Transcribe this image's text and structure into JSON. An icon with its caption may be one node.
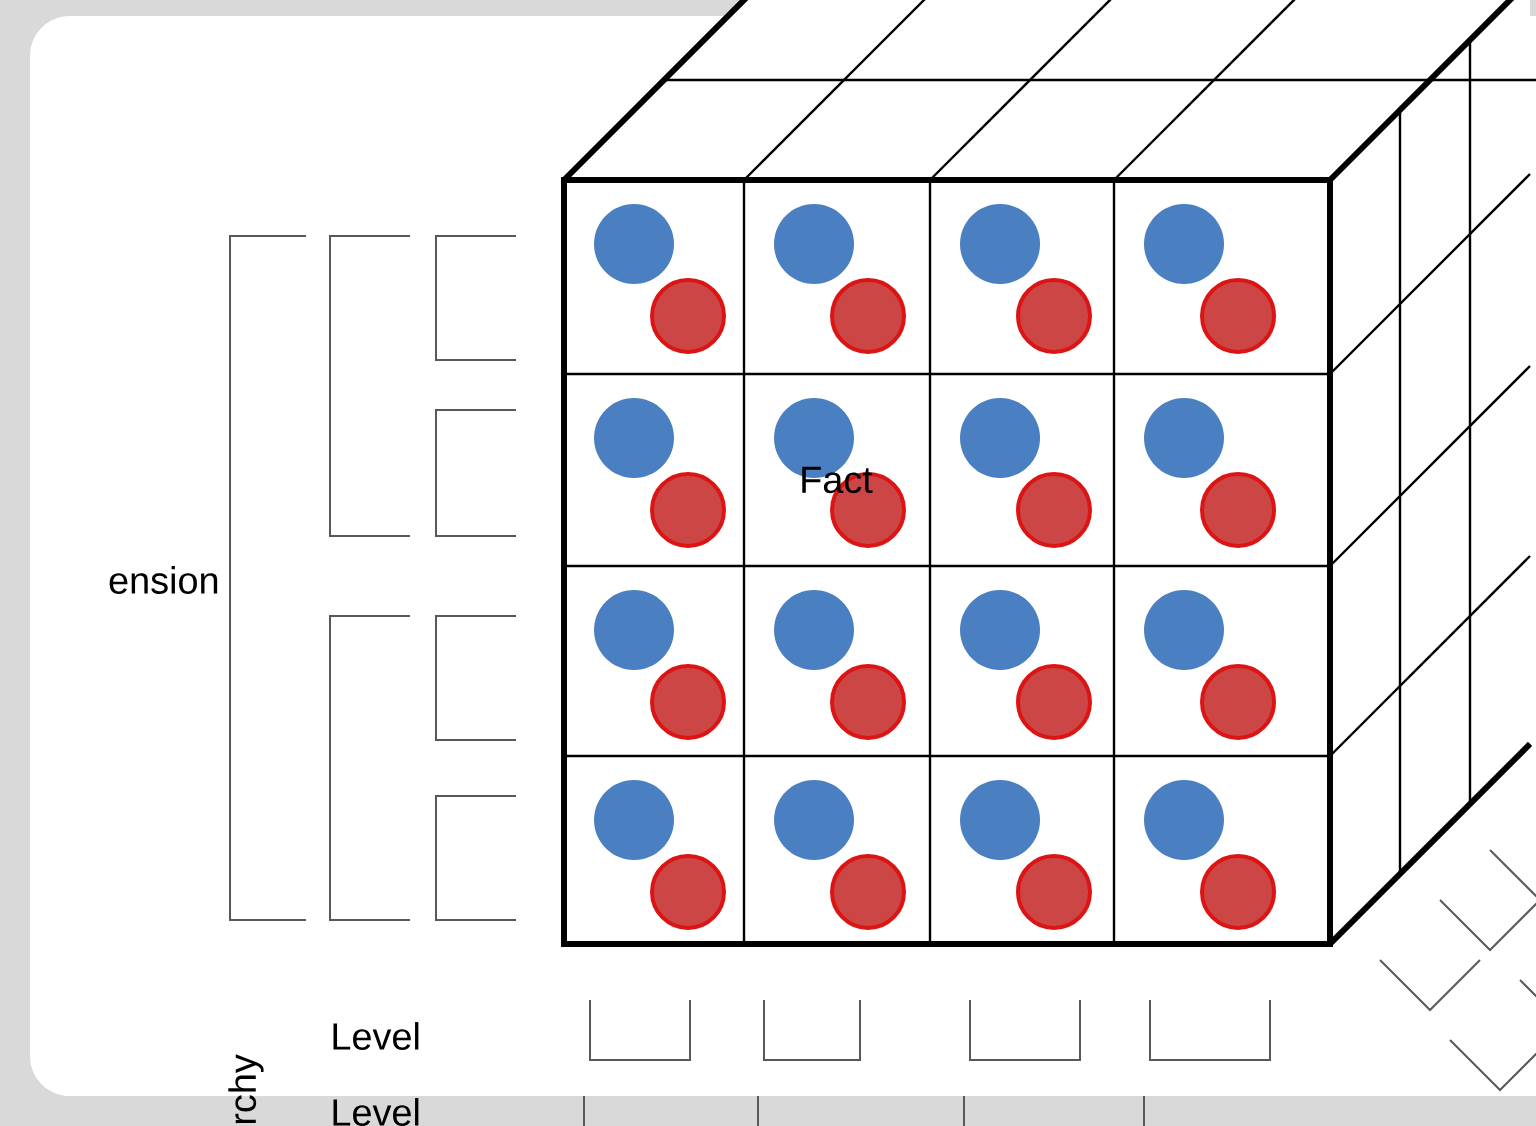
{
  "diagram": {
    "labels": [
      "ension",
      "Fact",
      "rchy",
      "Level",
      "Level"
    ]
  }
}
